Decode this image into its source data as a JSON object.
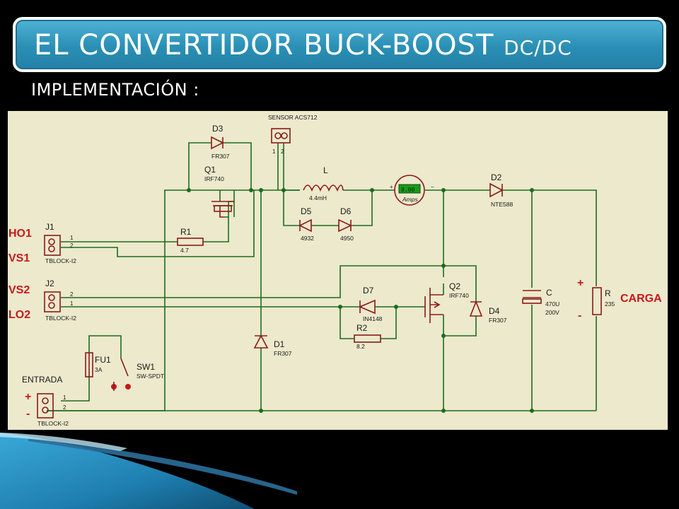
{
  "slide": {
    "title_main": "EL CONVERTIDOR  BUCK-BOOST",
    "title_suffix": "DC/DC",
    "subtitle": "IMPLEMENTACIÓN :"
  },
  "schematic": {
    "labels": {
      "sensor": "SENSOR ACS712",
      "sensor_pin1": "1",
      "sensor_pin2": "2",
      "d3_ref": "D3",
      "d3_val": "FR307",
      "q1_ref": "Q1",
      "q1_val": "IRF740",
      "l_ref": "L",
      "l_val": "4.4mH",
      "ammeter_unit": "Amps",
      "ammeter_reading": "0.00",
      "plus_mark": "+",
      "minus_mark": "−",
      "d2_ref": "D2",
      "d2_val": "NTE588",
      "d5_ref": "D5",
      "d5_val": "4932",
      "d6_ref": "D6",
      "d6_val": "4950",
      "j1_ref": "J1",
      "j1_val": "TBLOCK-I2",
      "j1_pin1": "1",
      "j1_pin2": "2",
      "r1_ref": "R1",
      "r1_val": "4.7",
      "j2_ref": "J2",
      "j2_val": "TBLOCK-I2",
      "j2_pin1": "2",
      "j2_pin2": "1",
      "d7_ref": "D7",
      "d7_val": "IN4148",
      "q2_ref": "Q2",
      "q2_val": "IRF740",
      "d4_ref": "D4",
      "d4_val": "FR307",
      "r2_ref": "R2",
      "r2_val": "8.2",
      "c_ref": "C",
      "c_val1": "470U",
      "c_val2": "200V",
      "r_ref": "R",
      "r_val": "235",
      "d1_ref": "D1",
      "d1_val": "FR307",
      "fu1_ref": "FU1",
      "fu1_val": "3A",
      "sw1_ref": "SW1",
      "sw1_val": "SW-SPDT",
      "entrada": "ENTRADA",
      "j3_val": "TBLOCK-I2",
      "j3_pin1": "1",
      "j3_pin2": "2",
      "out_plus": "+",
      "out_minus": "-"
    },
    "side_labels": {
      "ho1": "HO1",
      "vs1": "VS1",
      "vs2": "VS2",
      "lo2": "LO2",
      "carga": "CARGA",
      "in_plus": "+",
      "in_minus": "-"
    },
    "colors": {
      "background": "#ece9cc",
      "wire": "#1f6b1f",
      "component": "#8b1a1a",
      "side_label": "#c8191a"
    }
  }
}
